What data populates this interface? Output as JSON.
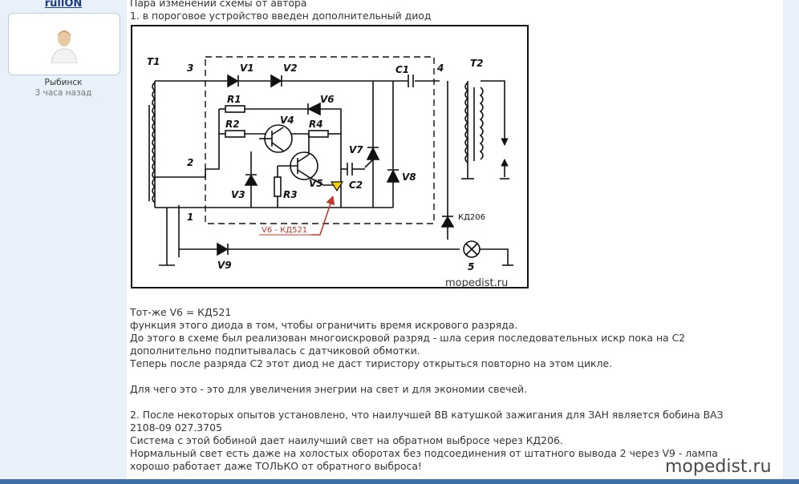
{
  "user": {
    "name": "rullON",
    "location": "Рыбинск",
    "time_ago": "3 часа назад"
  },
  "post": {
    "intro_lines": [
      "Пара изменений схемы от автора",
      "1. в пороговое устройство введен дополнительный диод"
    ],
    "body_lines": [
      "Тот-же V6 = КД521",
      "функция этого диода в том, чтобы ограничить время искрового разряда.",
      "До этого в схеме был реализован многоискровой разряд - шла серия последовательных искр пока на С2",
      "дополнительно подпитывалась с датчиковой обмотки.",
      "Теперь после разряда С2 этот диод не даст тиристору открыться повторно на этом цикле.",
      "",
      "Для чего это - это для увеличения энегрии на свет и для экономии свечей.",
      "",
      "2. После некоторых опытов установлено, что наилучшей ВВ катушкой зажигания для ЗАН является бобина ВАЗ",
      "2108-09 027.3705",
      "Система с этой бобиной дает наилучший свет на обратном выбросе через КД206.",
      "Нормальный свет есть даже на холостых оборотах без подсоединения от штатного вывода 2 через V9 - лампа",
      "хорошо работает даже ТОЛЬКО от обратного выброса!"
    ]
  },
  "diagram": {
    "labels": {
      "t1": "T1",
      "t2": "T2",
      "n3": "3",
      "n4": "4",
      "n2": "2",
      "n1": "1",
      "n5": "5",
      "v1": "V1",
      "v2": "V2",
      "v3": "V3",
      "v4": "V4",
      "v5": "V5",
      "v6": "V6",
      "v7": "V7",
      "v8": "V8",
      "v9": "V9",
      "r1": "R1",
      "r2": "R2",
      "r3": "R3",
      "r4": "R4",
      "c1": "C1",
      "c2": "C2",
      "kd206": "КД206",
      "annotation": "V6 - КД521",
      "watermark": "mopedist.ru"
    }
  },
  "watermark": "mopedist.ru",
  "colors": {
    "sidebar_bg": "#e8f1fa",
    "footer_bar": "#3d6ea5",
    "annotation_red": "#c0392b",
    "highlight_yellow": "#f5d000"
  }
}
